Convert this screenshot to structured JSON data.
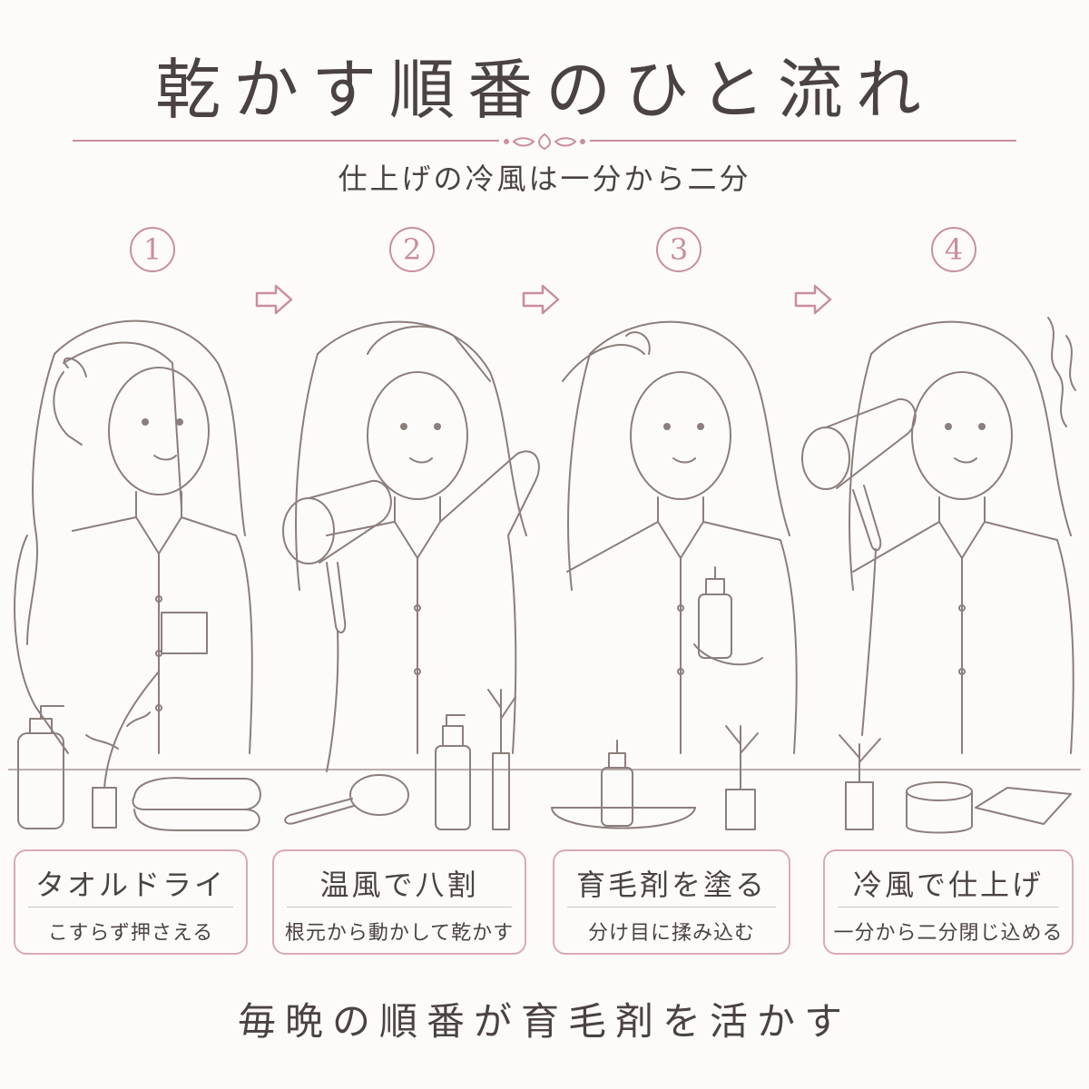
{
  "title": "乾かす順番のひと流れ",
  "subtitle": "仕上げの冷風は一分から二分",
  "steps": [
    {
      "number": "1",
      "title": "タオルドライ",
      "description": "こすらず押さえる"
    },
    {
      "number": "2",
      "title": "温風で八割",
      "description": "根元から動かして乾かす"
    },
    {
      "number": "3",
      "title": "育毛剤を塗る",
      "description": "分け目に揉み込む"
    },
    {
      "number": "4",
      "title": "冷風で仕上げ",
      "description": "一分から二分閉じ込める"
    }
  ],
  "footer": "毎晩の順番が育毛剤を活かす",
  "colors": {
    "accent": "#c98ea0",
    "line": "#8c7e7c",
    "text": "#4a4341",
    "card_border": "#d9aab6"
  },
  "icons": [
    "arrow-right-icon",
    "ornament-leaf-icon"
  ]
}
